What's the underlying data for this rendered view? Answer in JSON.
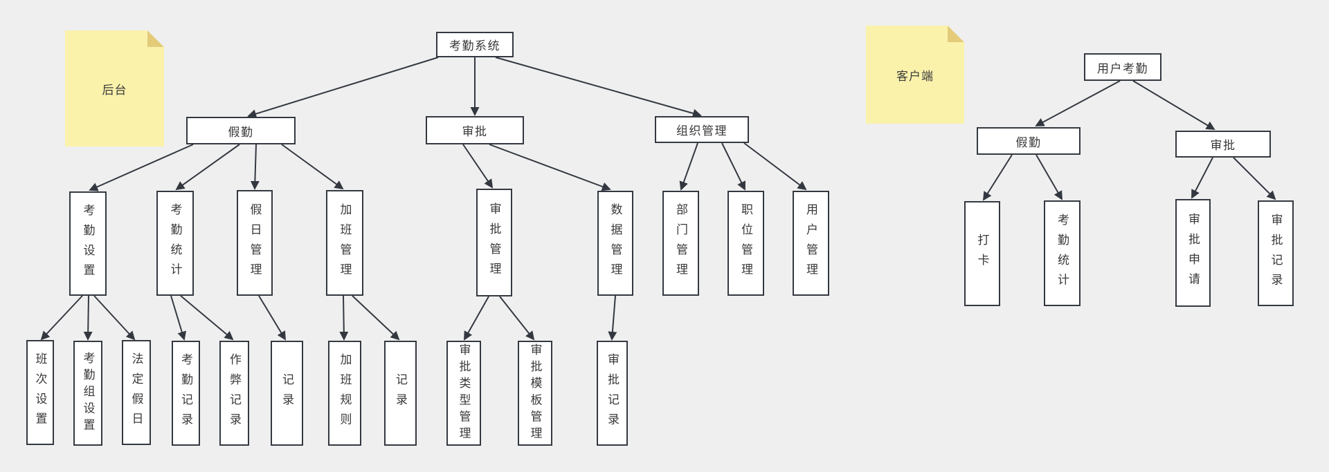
{
  "canvas": {
    "background_color": "#efefef",
    "node_fill": "#ffffff",
    "node_border_color": "#333840",
    "arrow_color": "#333840",
    "text_color": "#383838",
    "sticky_fill": "#faf2ab",
    "sticky_fold": "#e3cb79"
  },
  "backend": {
    "sticky": "后台",
    "root": "考勤系统",
    "leave_attendance": "假勤",
    "approval": "审批",
    "org_management": "组织管理",
    "attendance_settings": "考勤设置",
    "attendance_stats": "考勤统计",
    "holiday_management": "假日管理",
    "overtime_management": "加班管理",
    "approval_management": "审批管理",
    "data_management": "数据管理",
    "department_management": "部门管理",
    "position_management": "职位管理",
    "user_management": "用户管理",
    "shift_settings": "班次设置",
    "attendance_group_settings": "考勤组设置",
    "legal_holidays": "法定假日",
    "attendance_records": "考勤记录",
    "cheating_records": "作弊记录",
    "holiday_records": "记录",
    "overtime_rules": "加班规则",
    "overtime_records": "记录",
    "approval_type_management": "审批类型管理",
    "approval_template_management": "审批模板管理",
    "approval_records": "审批记录"
  },
  "client": {
    "sticky": "客户端",
    "root": "用户考勤",
    "leave_attendance": "假勤",
    "approval": "审批",
    "clock_in": "打卡",
    "attendance_stats": "考勤统计",
    "approval_request": "审批申请",
    "approval_records": "审批记录"
  },
  "hierarchy": {
    "backend": {
      "考勤系统": {
        "假勤": {
          "考勤设置": [
            "班次设置",
            "考勤组设置",
            "法定假日"
          ],
          "考勤统计": [
            "考勤记录",
            "作弊记录"
          ],
          "假日管理": [
            "记录"
          ],
          "加班管理": [
            "加班规则",
            "记录"
          ]
        },
        "审批": {
          "审批管理": [
            "审批类型管理",
            "审批模板管理"
          ],
          "数据管理": [
            "审批记录"
          ]
        },
        "组织管理": [
          "部门管理",
          "职位管理",
          "用户管理"
        ]
      }
    },
    "client": {
      "用户考勤": {
        "假勤": [
          "打卡",
          "考勤统计"
        ],
        "审批": [
          "审批申请",
          "审批记录"
        ]
      }
    }
  }
}
